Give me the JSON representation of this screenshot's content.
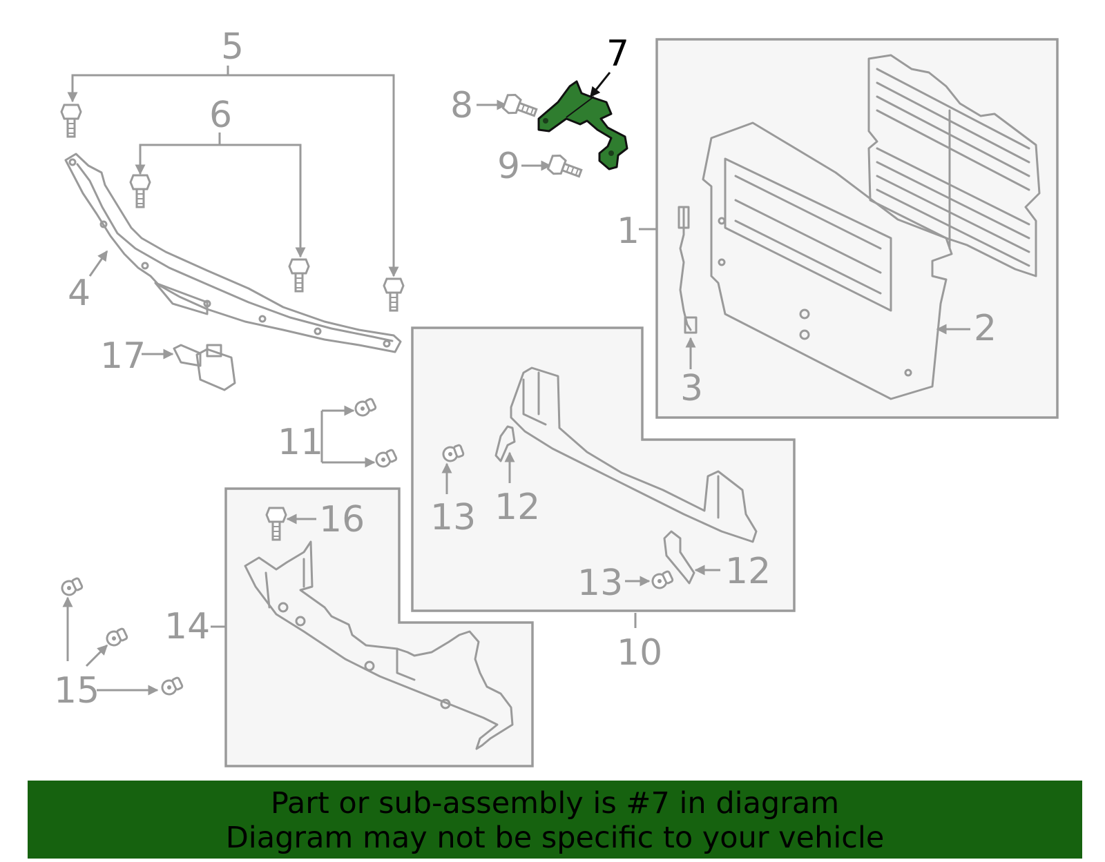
{
  "diagram": {
    "highlight_color": "#2f7d2f",
    "line_color": "#9a9a9a",
    "callouts": [
      {
        "id": "c1",
        "text": "1"
      },
      {
        "id": "c2",
        "text": "2"
      },
      {
        "id": "c3",
        "text": "3"
      },
      {
        "id": "c4",
        "text": "4"
      },
      {
        "id": "c5",
        "text": "5"
      },
      {
        "id": "c6",
        "text": "6"
      },
      {
        "id": "c7",
        "text": "7"
      },
      {
        "id": "c8",
        "text": "8"
      },
      {
        "id": "c9",
        "text": "9"
      },
      {
        "id": "c10",
        "text": "10"
      },
      {
        "id": "c11",
        "text": "11"
      },
      {
        "id": "c12a",
        "text": "12"
      },
      {
        "id": "c12b",
        "text": "12"
      },
      {
        "id": "c13a",
        "text": "13"
      },
      {
        "id": "c13b",
        "text": "13"
      },
      {
        "id": "c14",
        "text": "14"
      },
      {
        "id": "c15",
        "text": "15"
      },
      {
        "id": "c16",
        "text": "16"
      },
      {
        "id": "c17",
        "text": "17"
      }
    ]
  },
  "banner": {
    "background": "#16620f",
    "line1": "Part or sub-assembly is #7 in diagram",
    "line2": "Diagram may not be specific to your vehicle"
  }
}
